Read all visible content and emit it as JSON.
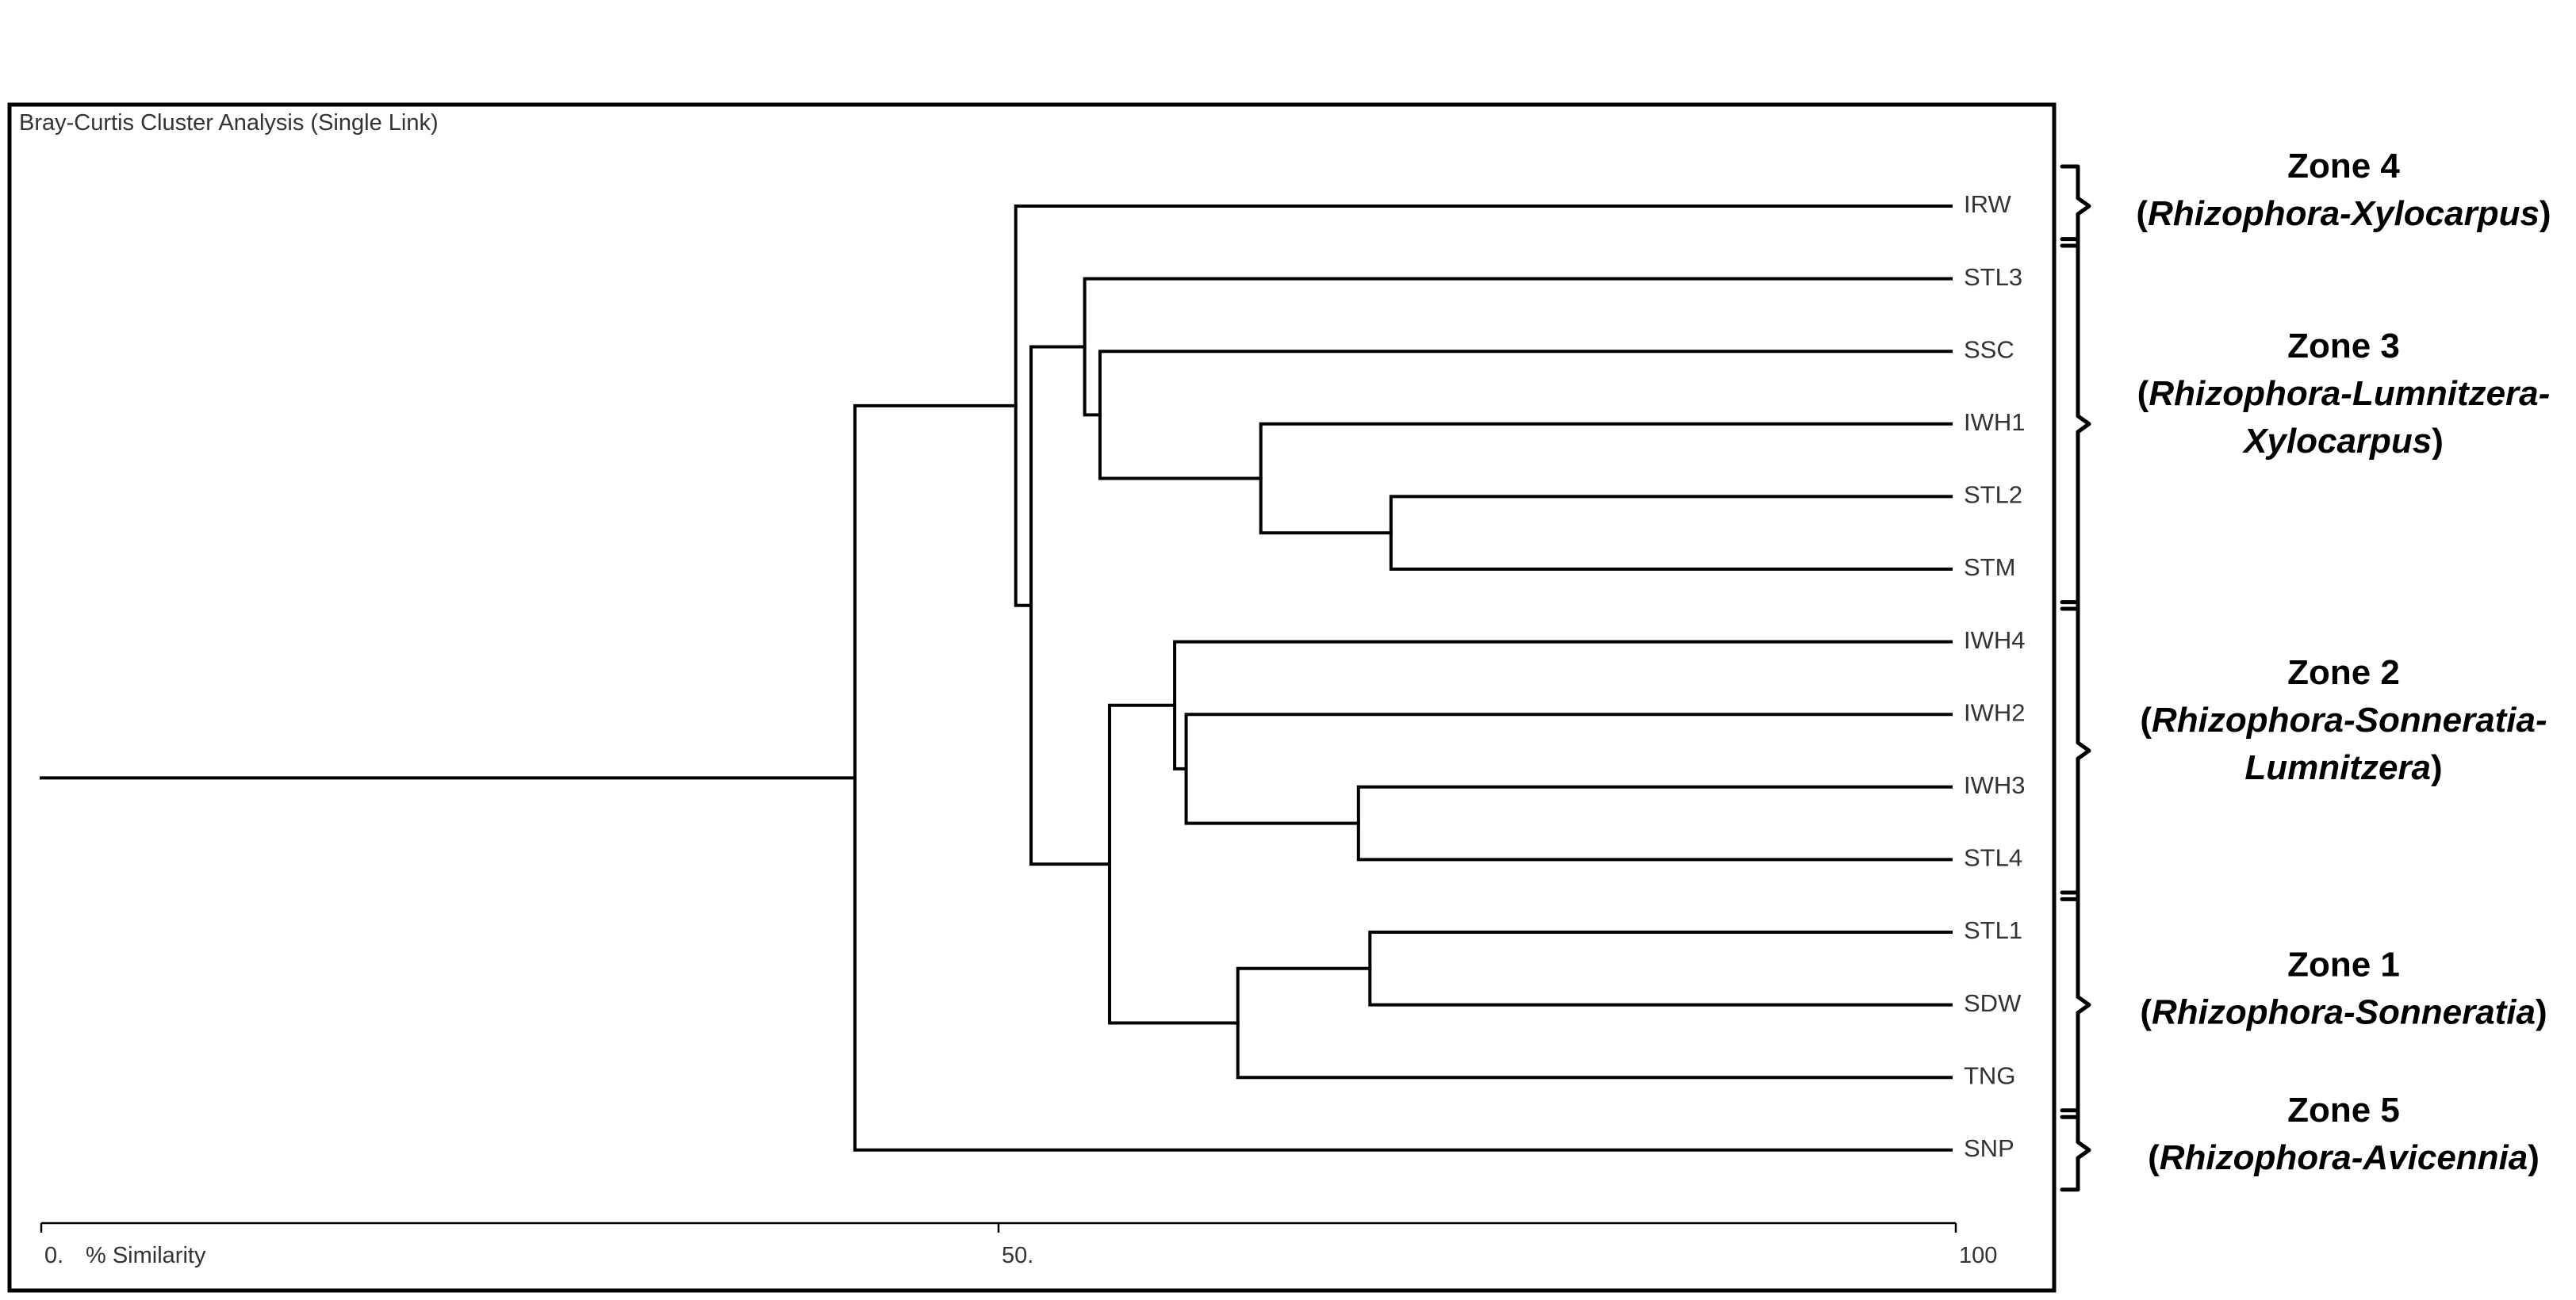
{
  "title": "Bray-Curtis Cluster Analysis (Single Link)",
  "axis": {
    "label": "% Similarity",
    "min": 0,
    "max": 100,
    "ticks": [
      {
        "value": 0,
        "label": "0."
      },
      {
        "value": 50,
        "label": "50."
      },
      {
        "value": 100,
        "label": "100"
      }
    ]
  },
  "chart_data": {
    "type": "dendrogram",
    "title": "Bray-Curtis Cluster Analysis (Single Link)",
    "xlabel": "% Similarity",
    "xlim": [
      0,
      100
    ],
    "leaves": [
      "IRW",
      "STL3",
      "SSC",
      "IWH1",
      "STL2",
      "STM",
      "IWH4",
      "IWH2",
      "IWH3",
      "STL4",
      "STL1",
      "SDW",
      "TNG",
      "SNP"
    ],
    "merges": [
      {
        "id": "a",
        "children": [
          "STL2",
          "STM"
        ],
        "similarity": 70.5
      },
      {
        "id": "b",
        "children": [
          "IWH1",
          "a"
        ],
        "similarity": 63.7
      },
      {
        "id": "c",
        "children": [
          "SSC",
          "b"
        ],
        "similarity": 55.3
      },
      {
        "id": "d",
        "children": [
          "STL3",
          "c"
        ],
        "similarity": 54.5
      },
      {
        "id": "e",
        "children": [
          "IWH3",
          "STL4"
        ],
        "similarity": 68.8
      },
      {
        "id": "f",
        "children": [
          "IWH2",
          "e"
        ],
        "similarity": 59.8
      },
      {
        "id": "g",
        "children": [
          "IWH4",
          "f"
        ],
        "similarity": 59.2
      },
      {
        "id": "h",
        "children": [
          "STL1",
          "SDW"
        ],
        "similarity": 69.4
      },
      {
        "id": "i",
        "children": [
          "TNG",
          "h"
        ],
        "similarity": 62.5
      },
      {
        "id": "j",
        "children": [
          "g",
          "i"
        ],
        "similarity": 55.8
      },
      {
        "id": "k",
        "children": [
          "d",
          "j"
        ],
        "similarity": 51.7
      },
      {
        "id": "l",
        "children": [
          "IRW",
          "k"
        ],
        "similarity": 50.9
      },
      {
        "id": "m",
        "children": [
          "l",
          "SNP"
        ],
        "similarity": 42.5
      }
    ],
    "root_stem": 0
  },
  "zones": [
    {
      "title": "Zone 4",
      "parts": [
        {
          "t": "(",
          "i": false
        },
        {
          "t": "Rhizophora-Xylocarpus",
          "i": true
        },
        {
          "t": ")",
          "i": false
        }
      ],
      "lines": 1,
      "from": "IRW",
      "to": "IRW"
    },
    {
      "title": "Zone 3",
      "line1": [
        {
          "t": "(",
          "i": false
        },
        {
          "t": "Rhizophora-Lumnitzera-",
          "i": true
        }
      ],
      "line2": [
        {
          "t": "Xylocarpus",
          "i": true
        },
        {
          "t": ")",
          "i": false
        }
      ],
      "lines": 2,
      "from": "STL3",
      "to": "STM"
    },
    {
      "title": "Zone 2",
      "line1": [
        {
          "t": "(",
          "i": false
        },
        {
          "t": "Rhizophora-Sonneratia-",
          "i": true
        }
      ],
      "line2": [
        {
          "t": "Lumnitzera",
          "i": true
        },
        {
          "t": ")",
          "i": false
        }
      ],
      "lines": 2,
      "from": "IWH4",
      "to": "STL4"
    },
    {
      "title": "Zone 1",
      "parts": [
        {
          "t": "(",
          "i": false
        },
        {
          "t": "Rhizophora-Sonneratia",
          "i": true
        },
        {
          "t": ")",
          "i": false
        }
      ],
      "lines": 1,
      "from": "STL1",
      "to": "TNG"
    },
    {
      "title": "Zone 5",
      "parts": [
        {
          "t": "(",
          "i": false
        },
        {
          "t": "Rhizophora-Avicennia",
          "i": true
        },
        {
          "t": ")",
          "i": false
        }
      ],
      "lines": 1,
      "from": "SNP",
      "to": "SNP"
    }
  ],
  "colors": {
    "line": "#000000",
    "text": "#333333",
    "background": "#ffffff"
  }
}
